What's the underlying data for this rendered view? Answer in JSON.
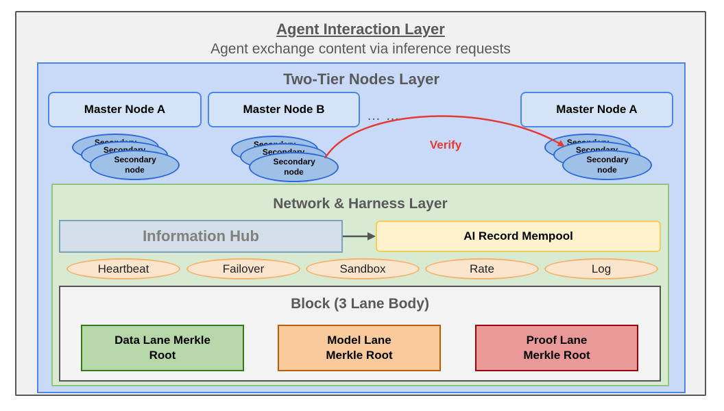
{
  "outer": {
    "title": "Agent Interaction Layer",
    "subtitle": "Agent exchange content via inference requests"
  },
  "tier": {
    "title": "Two-Tier Nodes Layer",
    "masters": [
      "Master Node A",
      "Master Node B",
      "Master Node A"
    ],
    "ellipsis": "… …",
    "secondary_short": "Secondary",
    "secondary_full": "Secondary node",
    "verify": "Verify"
  },
  "network": {
    "title": "Network & Harness Layer",
    "hub": "Information Hub",
    "mempool": "AI Record Mempool",
    "modules": [
      "Heartbeat",
      "Failover",
      "Sandbox",
      "Rate",
      "Log"
    ]
  },
  "block": {
    "title": "Block (3 Lane Body)",
    "lanes": [
      "Data Lane Merkle Root",
      "Model Lane Merkle Root",
      "Proof Lane Merkle Root"
    ]
  },
  "colors": {
    "verify_arrow": "#e53935",
    "tier_border": "#4a86e8",
    "network_border": "#93c47d"
  }
}
